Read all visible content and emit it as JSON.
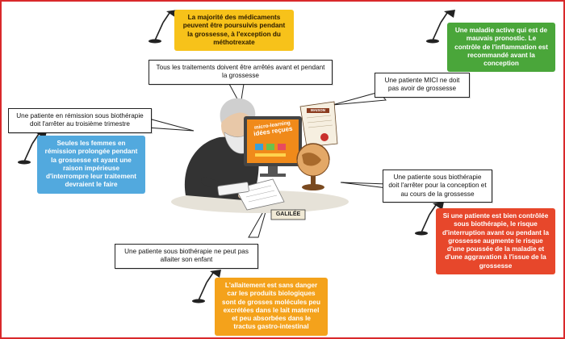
{
  "colors": {
    "frame": "#d9292b",
    "yellow_note": "#f7c21a",
    "green_note": "#4aa63a",
    "blue_note": "#52a9de",
    "red_note": "#e7472b",
    "orange_note": "#f4a21b"
  },
  "bubbles": {
    "all_stopped": "Tous les traitements doivent être arrêtés avant et pendant la grossesse",
    "mici_no_pregnancy": "Une patiente MICI ne doit pas avoir de grossesse",
    "remission_third_trimester": "Une patiente en rémission sous biothérapie doit l'arrêter au troisième trimestre",
    "stop_conception": "Une patiente sous biothérapie doit l'arrêter pour la conception et au cours de la grossesse",
    "no_breastfeeding": "Une patiente sous biothérapie ne peut pas allaiter son enfant"
  },
  "notes": {
    "yellow": "La majorité des médicaments peuvent être poursuivis pendant la grossesse, à l'exception du méthotrexate",
    "green": "Une maladie active qui est de mauvais pronostic. Le contrôle de l'inflammation est recommandé avant la conception",
    "blue": "Seules les femmes en rémission prolongée pendant la grossesse et ayant une raison impérieuse d'interrompre leur traitement devraient le faire",
    "red": "Si une patiente est bien contrôlée sous biothérapie, le risque d'interruption avant ou pendant la grossesse augmente le risque d'une poussée de la maladie et d'une aggravation à l'issue de la grossesse",
    "orange": "L'allaitement est sans danger car les produits biologiques sont de grosses molécules peu excrétées dans le lait maternel et peu absorbées dans le tractus gastro-intestinal"
  },
  "illustration": {
    "screen_title": "micro-learning",
    "screen_subtitle": "idées reçues",
    "nameplate": "GALILÉE",
    "scroll_label": "MAISON",
    "icons": [
      "lamp-icon",
      "globe-icon",
      "scroll-icon",
      "monitor-icon"
    ]
  }
}
